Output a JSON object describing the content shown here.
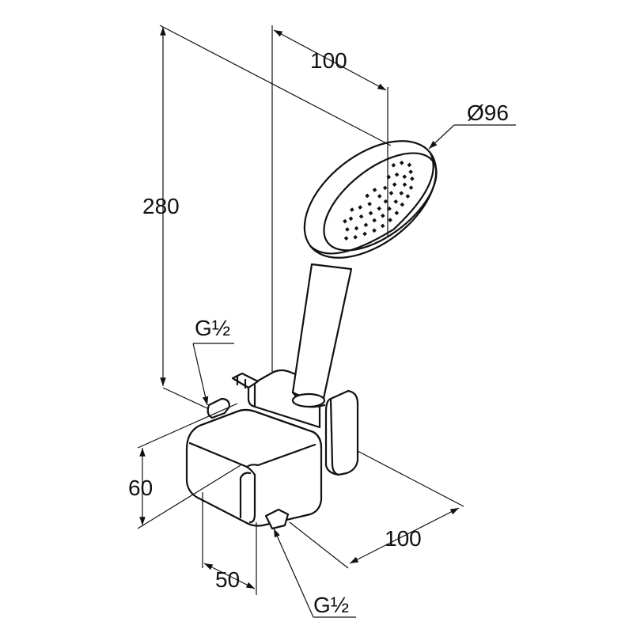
{
  "drawing": {
    "dimensions": {
      "height_total": "280",
      "depth_top": "100",
      "head_diameter": "Ø96",
      "thread_top": "G½",
      "bracket_height": "60",
      "bracket_width": "50",
      "depth_bottom": "100",
      "thread_bottom": "G½"
    },
    "colors": {
      "line": "#111111",
      "background": "#ffffff"
    }
  }
}
